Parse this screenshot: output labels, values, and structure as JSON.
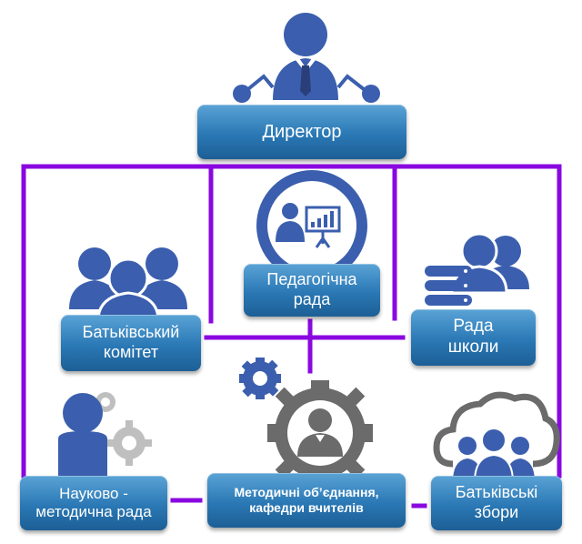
{
  "colors": {
    "connector": "#8a08e0",
    "box_top": "#5aa3d6",
    "box_bottom": "#1d5f95",
    "icon_blue": "#3b5fae",
    "icon_gray": "#6b6b6b",
    "icon_light_gray": "#bfbfbf"
  },
  "nodes": {
    "director": "Директор",
    "pedagogical_council": "Педагогічна\nрада",
    "parents_committee": "Батьківський\nкомітет",
    "school_council": "Рада\nшколи",
    "methodical_council": "Науково -\nметодична рада",
    "methodical_associations": "Методичні об’єднання,\nкафедри вчителів",
    "parents_meetings": "Батьківські\nзбори"
  },
  "icons": [
    "director-person-network-icon",
    "presentation-person-icon",
    "people-group-icon",
    "database-people-icon",
    "gear-person-icon",
    "gear-icon",
    "cloud-people-icon",
    "person-gears-icon"
  ]
}
